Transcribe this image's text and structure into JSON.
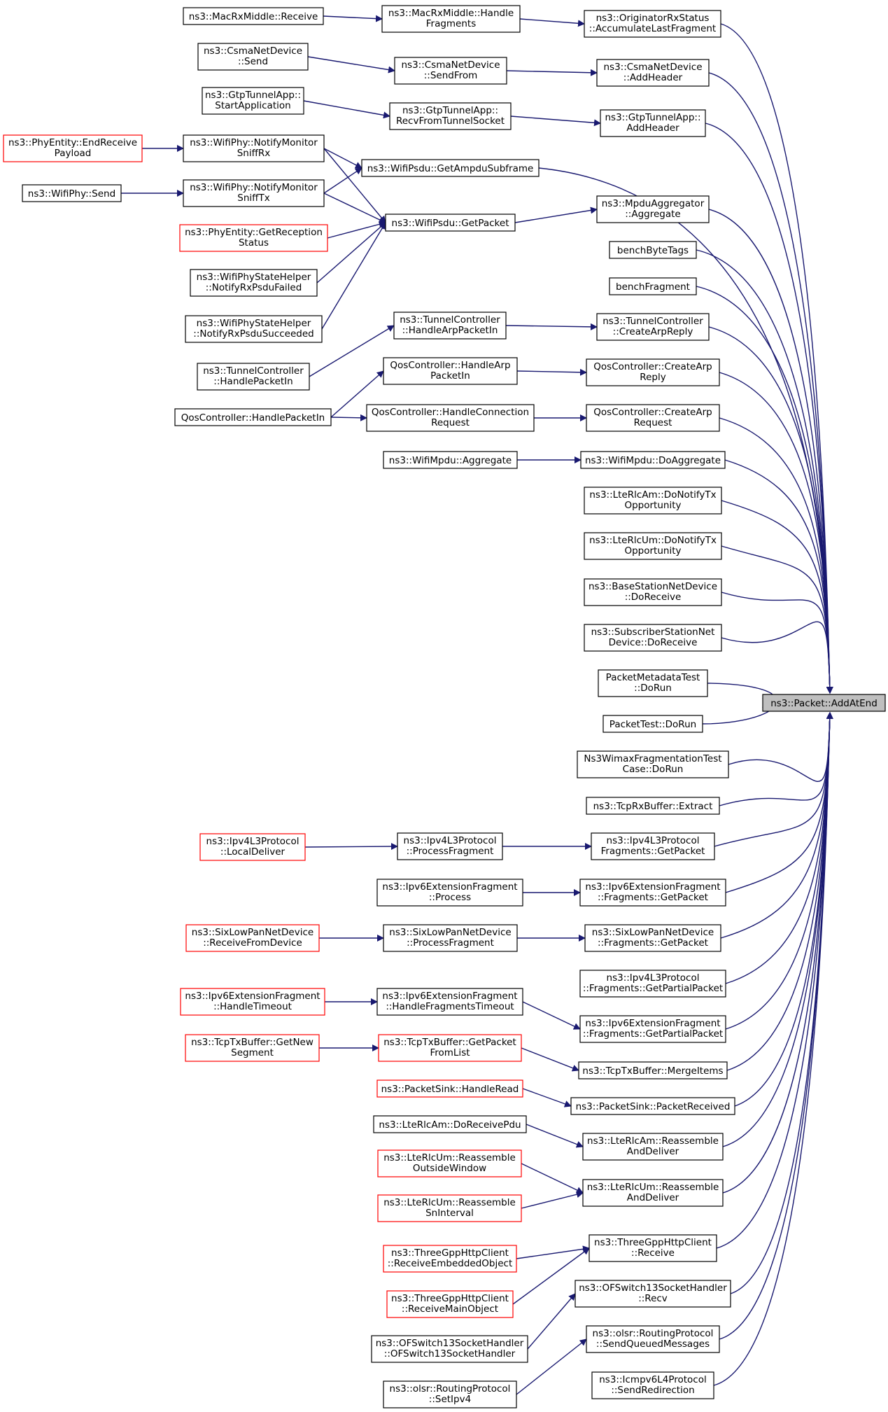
{
  "colors": {
    "edge": "#191970",
    "border": "#000000",
    "truncated_border": "#ff0000",
    "root_fill": "#bfbfbf"
  },
  "nodes": {
    "root": [
      "ns3::Packet::AddAtEnd"
    ],
    "c1": [
      "ns3::OriginatorRxStatus",
      "::AccumulateLastFragment"
    ],
    "c2": [
      "ns3::CsmaNetDevice",
      "::AddHeader"
    ],
    "c3": [
      "ns3::GtpTunnelApp::",
      "AddHeader"
    ],
    "c4": [
      "ns3::WifiPsdu::GetAmpduSubframe"
    ],
    "c5": [
      "ns3::MpduAggregator",
      "::Aggregate"
    ],
    "c6": [
      "benchByteTags"
    ],
    "c7": [
      "benchFragment"
    ],
    "c8": [
      "ns3::TunnelController",
      "::CreateArpReply"
    ],
    "c9": [
      "QosController::CreateArp",
      "Reply"
    ],
    "c10": [
      "QosController::CreateArp",
      "Request"
    ],
    "c11": [
      "ns3::WifiMpdu::DoAggregate"
    ],
    "c12": [
      "ns3::LteRlcAm::DoNotifyTx",
      "Opportunity"
    ],
    "c13": [
      "ns3::LteRlcUm::DoNotifyTx",
      "Opportunity"
    ],
    "c14": [
      "ns3::BaseStationNetDevice",
      "::DoReceive"
    ],
    "c15": [
      "ns3::SubscriberStationNet",
      "Device::DoReceive"
    ],
    "c16": [
      "PacketMetadataTest",
      "::DoRun"
    ],
    "c17": [
      "PacketTest::DoRun"
    ],
    "c18": [
      "Ns3WimaxFragmentationTest",
      "Case::DoRun"
    ],
    "c19": [
      "ns3::TcpRxBuffer::Extract"
    ],
    "c20": [
      "ns3::Ipv4L3Protocol",
      "Fragments::GetPacket"
    ],
    "c21": [
      "ns3::Ipv6ExtensionFragment",
      "::Fragments::GetPacket"
    ],
    "c22": [
      "ns3::SixLowPanNetDevice",
      "::Fragments::GetPacket"
    ],
    "c23": [
      "ns3::Ipv4L3Protocol",
      "::Fragments::GetPartialPacket"
    ],
    "c24": [
      "ns3::Ipv6ExtensionFragment",
      "::Fragments::GetPartialPacket"
    ],
    "c25": [
      "ns3::TcpTxBuffer::MergeItems"
    ],
    "c26": [
      "ns3::PacketSink::PacketReceived"
    ],
    "c27": [
      "ns3::LteRlcAm::Reassemble",
      "AndDeliver"
    ],
    "c28": [
      "ns3::LteRlcUm::Reassemble",
      "AndDeliver"
    ],
    "c29": [
      "ns3::ThreeGppHttpClient",
      "::Receive"
    ],
    "c30": [
      "ns3::OFSwitch13SocketHandler",
      "::Recv"
    ],
    "c31": [
      "ns3::olsr::RoutingProtocol",
      "::SendQueuedMessages"
    ],
    "c32": [
      "ns3::Icmpv6L4Protocol",
      "::SendRedirection"
    ],
    "m1": [
      "ns3::MacRxMiddle::Handle",
      "Fragments"
    ],
    "m2": [
      "ns3::CsmaNetDevice",
      "::SendFrom"
    ],
    "m3": [
      "ns3::GtpTunnelApp::",
      "RecvFromTunnelSocket"
    ],
    "m4": [
      "ns3::WifiPsdu::GetPacket"
    ],
    "m5": [
      "ns3::TunnelController",
      "::HandleArpPacketIn"
    ],
    "m6": [
      "QosController::HandleArp",
      "PacketIn"
    ],
    "m7": [
      "QosController::HandleConnection",
      "Request"
    ],
    "m8": [
      "ns3::WifiMpdu::Aggregate"
    ],
    "m9": [
      "ns3::Ipv4L3Protocol",
      "::ProcessFragment"
    ],
    "m10": [
      "ns3::Ipv6ExtensionFragment",
      "::Process"
    ],
    "m11": [
      "ns3::SixLowPanNetDevice",
      "::ProcessFragment"
    ],
    "m12": [
      "ns3::Ipv6ExtensionFragment",
      "::HandleFragmentsTimeout"
    ],
    "m13": [
      "ns3::TcpTxBuffer::GetPacket",
      "FromList"
    ],
    "m14": [
      "ns3::PacketSink::HandleRead"
    ],
    "m15": [
      "ns3::LteRlcAm::DoReceivePdu"
    ],
    "m16": [
      "ns3::LteRlcUm::Reassemble",
      "OutsideWindow"
    ],
    "m17": [
      "ns3::LteRlcUm::Reassemble",
      "SnInterval"
    ],
    "m18": [
      "ns3::ThreeGppHttpClient",
      "::ReceiveEmbeddedObject"
    ],
    "m19": [
      "ns3::ThreeGppHttpClient",
      "::ReceiveMainObject"
    ],
    "m20": [
      "ns3::OFSwitch13SocketHandler",
      "::OFSwitch13SocketHandler"
    ],
    "m21": [
      "ns3::olsr::RoutingProtocol",
      "::SetIpv4"
    ],
    "l1": [
      "ns3::MacRxMiddle::Receive"
    ],
    "l2": [
      "ns3::CsmaNetDevice",
      "::Send"
    ],
    "l3": [
      "ns3::GtpTunnelApp::",
      "StartApplication"
    ],
    "l4": [
      "ns3::WifiPhy::NotifyMonitor",
      "SniffRx"
    ],
    "l5": [
      "ns3::WifiPhy::NotifyMonitor",
      "SniffTx"
    ],
    "l6": [
      "ns3::PhyEntity::GetReception",
      "Status"
    ],
    "l7": [
      "ns3::WifiPhyStateHelper",
      "::NotifyRxPsduFailed"
    ],
    "l8": [
      "ns3::WifiPhyStateHelper",
      "::NotifyRxPsduSucceeded"
    ],
    "l9": [
      "ns3::TunnelController",
      "::HandlePacketIn"
    ],
    "l10": [
      "QosController::HandlePacketIn"
    ],
    "l11": [
      "ns3::Ipv4L3Protocol",
      "::LocalDeliver"
    ],
    "l12": [
      "ns3::SixLowPanNetDevice",
      "::ReceiveFromDevice"
    ],
    "l13": [
      "ns3::Ipv6ExtensionFragment",
      "::HandleTimeout"
    ],
    "l14": [
      "ns3::TcpTxBuffer::GetNew",
      "Segment"
    ],
    "ll1": [
      "ns3::PhyEntity::EndReceive",
      "Payload"
    ],
    "ll2": [
      "ns3::WifiPhy::Send"
    ]
  }
}
